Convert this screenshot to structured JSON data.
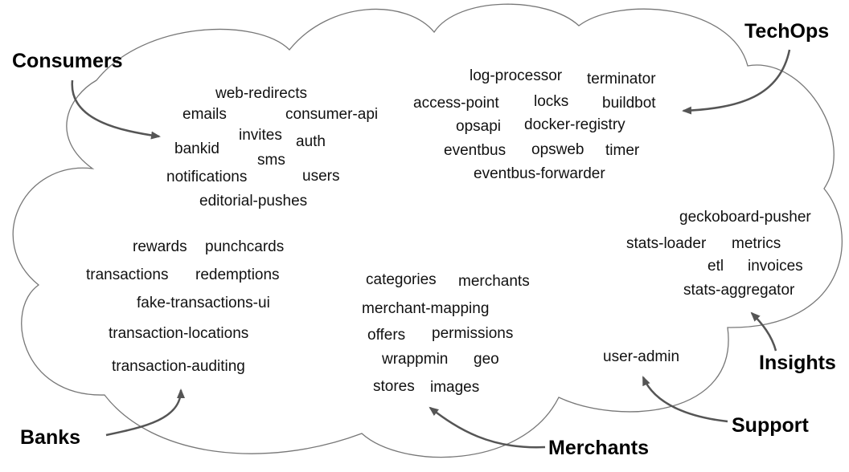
{
  "teams": {
    "consumers": "Consumers",
    "techops": "TechOps",
    "insights": "Insights",
    "support": "Support",
    "merchants": "Merchants",
    "banks": "Banks"
  },
  "services": {
    "consumers": [
      "web-redirects",
      "emails",
      "consumer-api",
      "invites",
      "auth",
      "bankid",
      "sms",
      "notifications",
      "users",
      "editorial-pushes"
    ],
    "techops": [
      "log-processor",
      "terminator",
      "access-point",
      "locks",
      "buildbot",
      "opsapi",
      "docker-registry",
      "eventbus",
      "opsweb",
      "timer",
      "eventbus-forwarder"
    ],
    "insights": [
      "geckoboard-pusher",
      "stats-loader",
      "metrics",
      "etl",
      "invoices",
      "stats-aggregator"
    ],
    "support": [
      "user-admin"
    ],
    "merchants": [
      "categories",
      "merchants",
      "merchant-mapping",
      "offers",
      "permissions",
      "wrappmin",
      "geo",
      "stores",
      "images"
    ],
    "banks": [
      "rewards",
      "punchcards",
      "transactions",
      "redemptions",
      "fake-transactions-ui",
      "transaction-locations",
      "transaction-auditing"
    ]
  },
  "colors": {
    "cloud_stroke": "#777777",
    "arrow": "#555555",
    "text": "#111111"
  }
}
